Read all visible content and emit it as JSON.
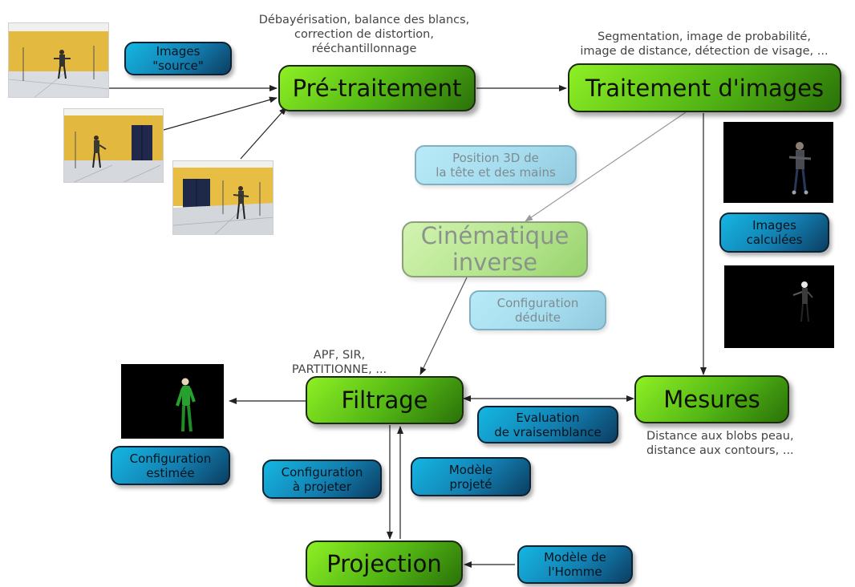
{
  "annotations": {
    "preprocessing_ops": "Débayérisation, balance des blancs,\ncorrection de distortion,\nrééchantillonnage",
    "processing_ops": "Segmentation, image de probabilité,\nimage de distance, détection de visage, ...",
    "filter_types": "APF, SIR,\nPARTITIONNE, ...",
    "measure_types": "Distance aux blobs peau,\ndistance aux contours, ..."
  },
  "stages": {
    "preprocessing": "Pré-traitement",
    "image_processing": "Traitement d'images",
    "inverse_kinematics": "Cinématique\ninverse",
    "filtering": "Filtrage",
    "measures": "Mesures",
    "projection": "Projection"
  },
  "data_labels": {
    "source_images": "Images\n\"source\"",
    "position_3d": "Position 3D de\nla tête et des mains",
    "computed_images": "Images\ncalculées",
    "deduced_config": "Configuration\ndéduite",
    "likelihood_eval": "Evaluation\nde vraisemblance",
    "estimated_config": "Configuration\nestimée",
    "config_to_project": "Configuration\nà projeter",
    "projected_model": "Modèle\nprojeté",
    "human_model": "Modèle de\nl'Homme"
  },
  "colors": {
    "stage_green": "#52b514",
    "data_blue": "#137fb0",
    "room_wall": "#e0b640",
    "arrow": "#222222",
    "faded_arrow": "#9a9a9a"
  }
}
